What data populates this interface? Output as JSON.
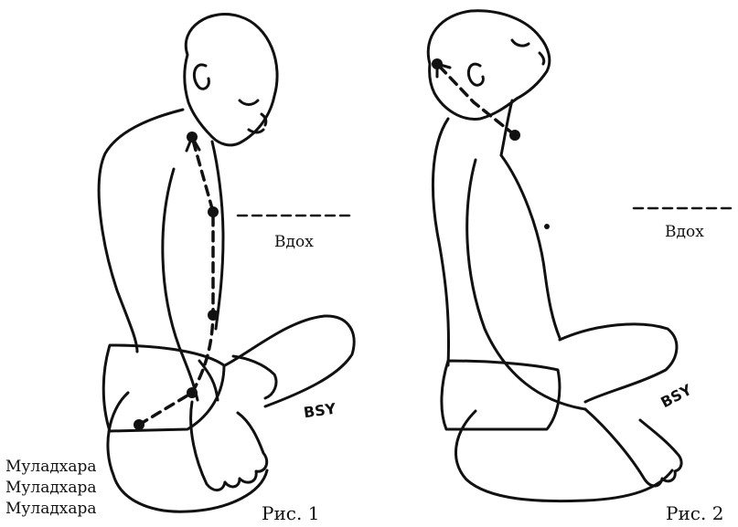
{
  "figure1": {
    "caption": "Рис. 1",
    "breath_label": "Вдох",
    "chakra_labels": [
      "Муладхара",
      "Муладхара",
      "Муладхара"
    ],
    "signature": "BSY"
  },
  "figure2": {
    "caption": "Рис. 2",
    "breath_label": "Вдох",
    "signature": "BSY"
  },
  "colors": {
    "ink": "#111111",
    "background": "#ffffff"
  }
}
